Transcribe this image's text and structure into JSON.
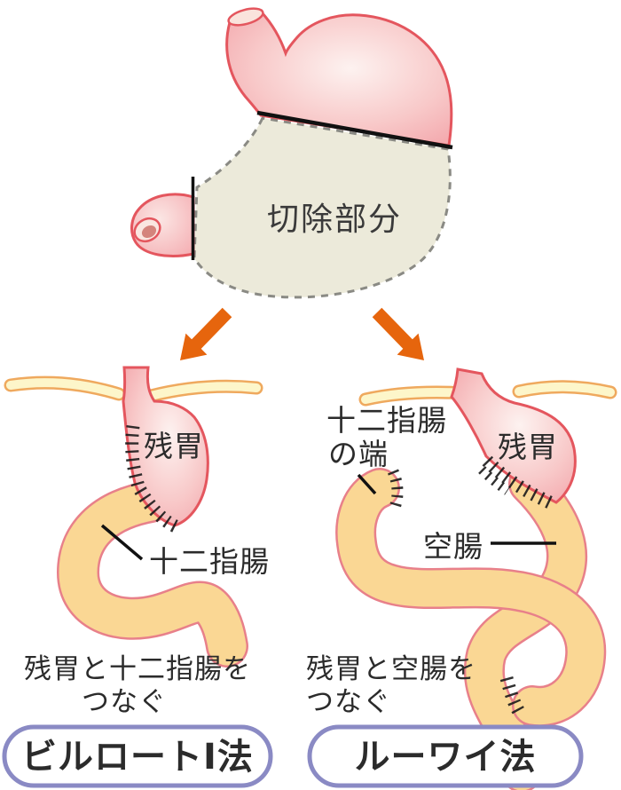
{
  "top_illustration": {
    "resected_label": "切除部分"
  },
  "billroth": {
    "stomach_label": "残胃",
    "duodenum_label": "十二指腸",
    "caption_line1": "残胃と十二指腸を",
    "caption_line2": "つなぐ",
    "method_label": "ビルロートI法"
  },
  "roux": {
    "stomach_label": "残胃",
    "duodenum_end_line1": "十二指腸",
    "duodenum_end_line2": "の端",
    "jejunum_label": "空腸",
    "caption_line1": "残胃と空腸を",
    "caption_line2": "つなぐ",
    "method_label": "ルーワイ法"
  },
  "colors": {
    "arrow_orange": "#E6650D",
    "pill_purple": "#8A8AC4",
    "stomach_pink_edge": "#F2A0A6",
    "stomach_outline": "#E4565E",
    "intestine_fill": "#FAD794",
    "intestine_outline": "#E8808A",
    "diaphragm_fill": "#FDF6CA",
    "diaphragm_outline": "#EFA95E",
    "resected_fill": "#ECEADA",
    "resected_dash": "#8A8A84",
    "text_black": "#2B2B2B"
  }
}
